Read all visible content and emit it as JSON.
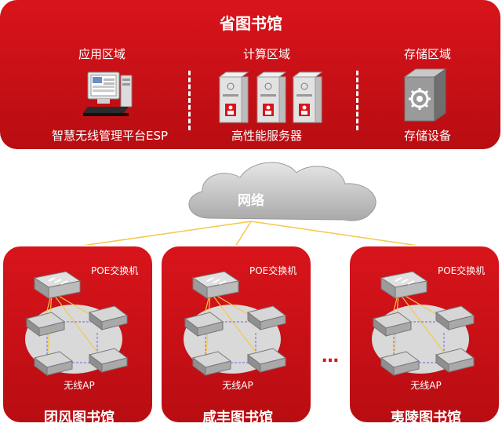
{
  "province": {
    "title": "省图书馆",
    "zones": [
      {
        "label": "应用区域",
        "item": "智慧无线管理平台ESP"
      },
      {
        "label": "计算区域",
        "item": "高性能服务器"
      },
      {
        "label": "存储区域",
        "item": "存储设备"
      }
    ]
  },
  "network": {
    "label": "网络"
  },
  "branches": [
    {
      "title": "团风图书馆",
      "switch_label": "POE交换机",
      "ap_label": "无线AP"
    },
    {
      "title": "咸丰图书馆",
      "switch_label": "POE交换机",
      "ap_label": "无线AP"
    },
    {
      "title": "夷陵图书馆",
      "switch_label": "POE交换机",
      "ap_label": "无线AP"
    }
  ],
  "more_indicator": "…",
  "colors": {
    "brand_red": "#d8141b",
    "line_yellow": "#f4c84a",
    "cloud_gray": "#bdbdbd"
  }
}
